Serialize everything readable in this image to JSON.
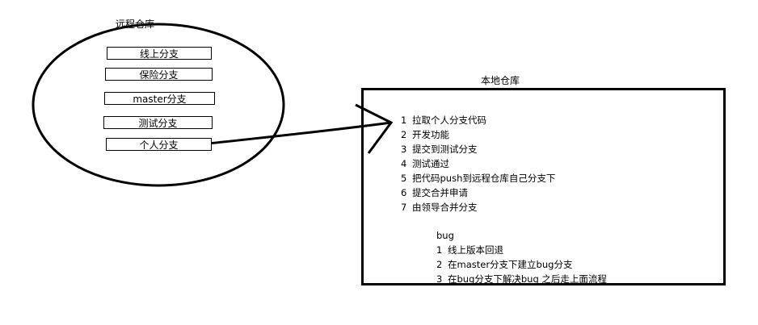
{
  "remote": {
    "title": "远程仓库",
    "branches": [
      {
        "label": "线上分支"
      },
      {
        "label": "保险分支"
      },
      {
        "label": "master分支"
      },
      {
        "label": "测试分支"
      },
      {
        "label": "个人分支"
      }
    ]
  },
  "local": {
    "title": "本地仓库",
    "steps": [
      {
        "num": "1",
        "text": "拉取个人分支代码"
      },
      {
        "num": "2",
        "text": "开发功能"
      },
      {
        "num": "3",
        "text": "提交到测试分支"
      },
      {
        "num": "4",
        "text": "测试通过"
      },
      {
        "num": "5",
        "text": "把代码push到远程仓库自己分支下"
      },
      {
        "num": "6",
        "text": "提交合并申请"
      },
      {
        "num": "7",
        "text": "由领导合并分支"
      }
    ],
    "bug": {
      "title": "bug",
      "steps": [
        {
          "num": "1",
          "text": "线上版本回退"
        },
        {
          "num": "2",
          "text": "在master分支下建立bug分支"
        },
        {
          "num": "3",
          "text": "在bug分支下解决bug 之后走上面流程"
        }
      ]
    }
  },
  "colors": {
    "stroke": "#000000",
    "background": "#ffffff"
  }
}
